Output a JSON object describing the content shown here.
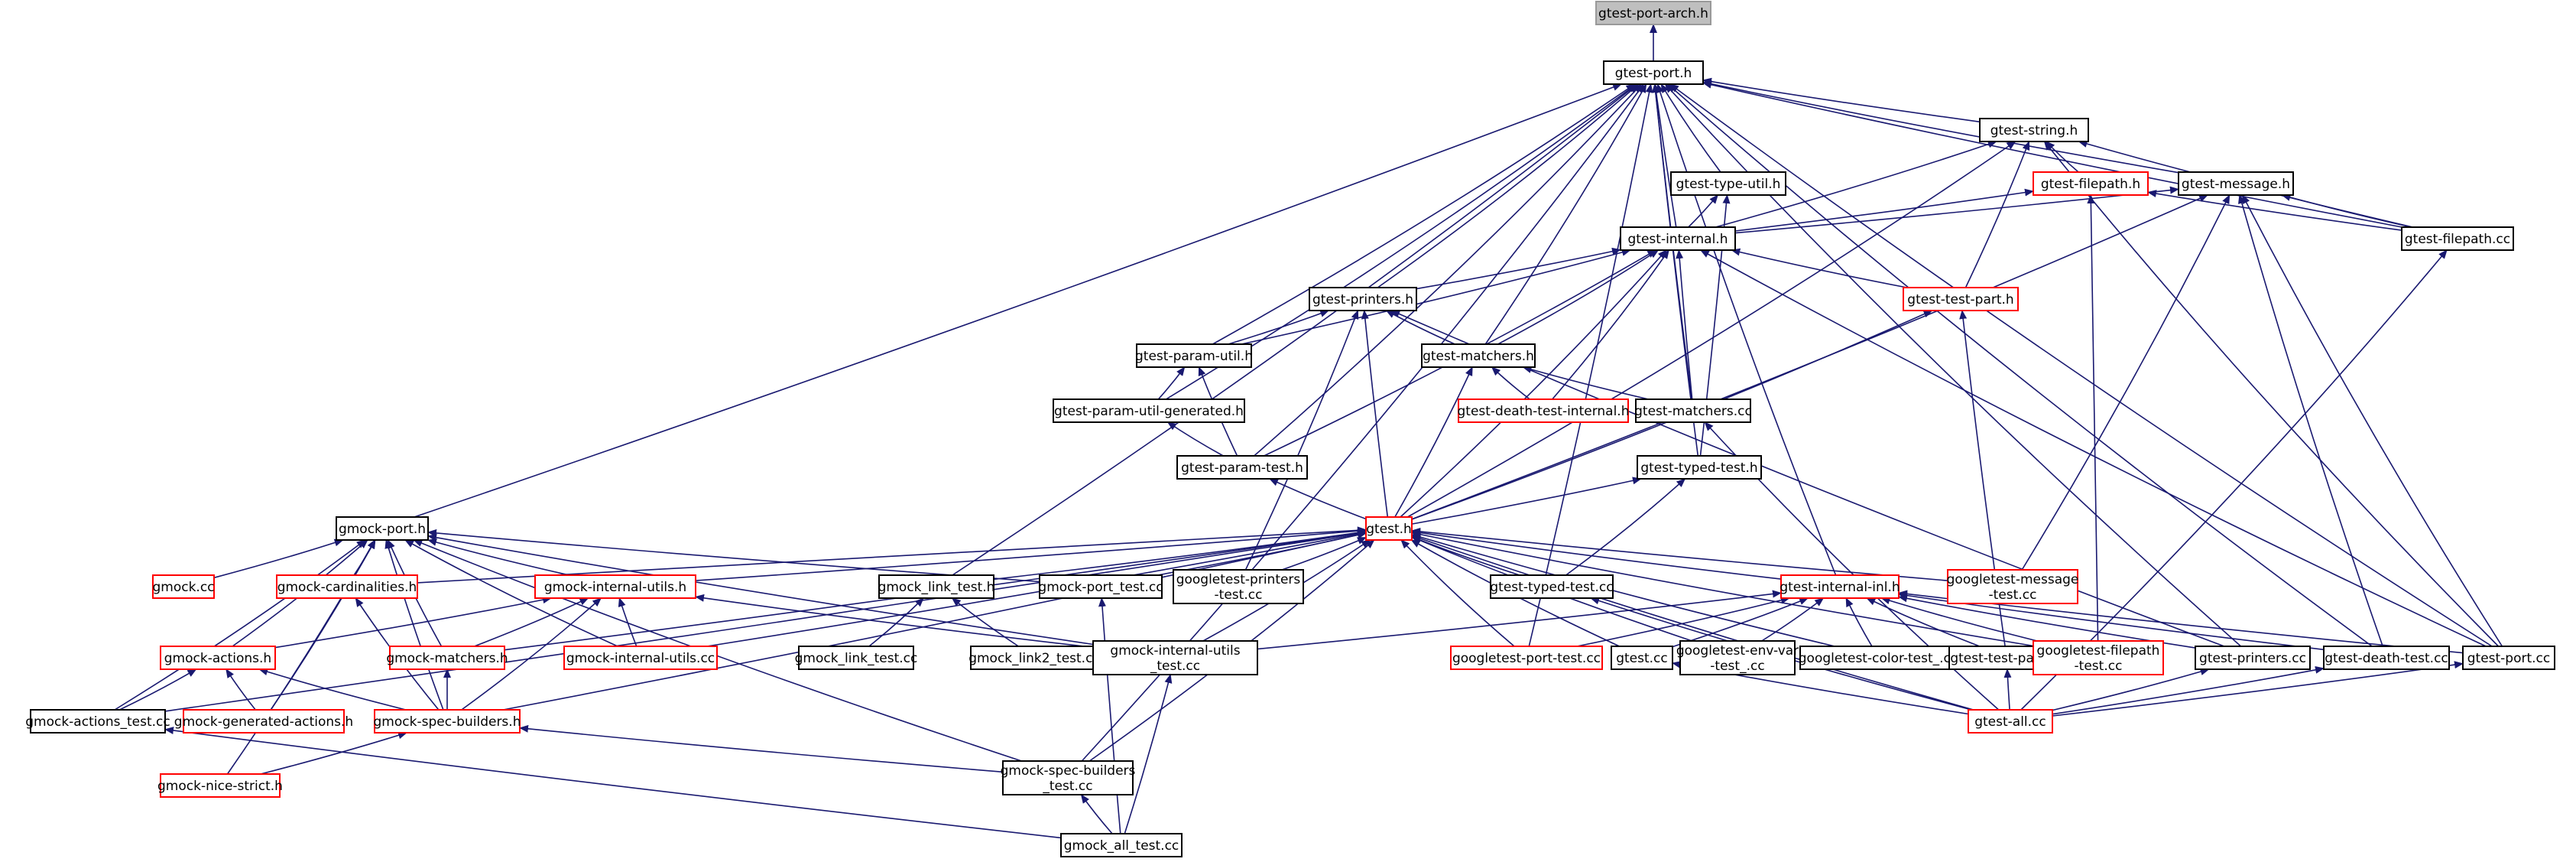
{
  "colors": {
    "edge": "#191970",
    "normal_border": "#000000",
    "linked_border": "#ff0000",
    "root_fill": "#bfbfbf",
    "root_border": "#999999",
    "text": "#000000"
  },
  "nodes": {
    "arch": {
      "lines": [
        "gtest-port-arch.h"
      ],
      "kind": "root"
    },
    "port": {
      "lines": [
        "gtest-port.h"
      ],
      "kind": "normal"
    },
    "string": {
      "lines": [
        "gtest-string.h"
      ],
      "kind": "normal"
    },
    "typeutil": {
      "lines": [
        "gtest-type-util.h"
      ],
      "kind": "normal"
    },
    "filepath": {
      "lines": [
        "gtest-filepath.h"
      ],
      "kind": "linked"
    },
    "message": {
      "lines": [
        "gtest-message.h"
      ],
      "kind": "normal"
    },
    "filepathcc": {
      "lines": [
        "gtest-filepath.cc"
      ],
      "kind": "normal"
    },
    "internal": {
      "lines": [
        "gtest-internal.h"
      ],
      "kind": "normal"
    },
    "printers": {
      "lines": [
        "gtest-printers.h"
      ],
      "kind": "normal"
    },
    "testpart": {
      "lines": [
        "gtest-test-part.h"
      ],
      "kind": "linked"
    },
    "paramutil": {
      "lines": [
        "gtest-param-util.h"
      ],
      "kind": "normal"
    },
    "matchersh": {
      "lines": [
        "gtest-matchers.h"
      ],
      "kind": "normal"
    },
    "paramgen": {
      "lines": [
        "gtest-param-util-generated.h"
      ],
      "kind": "normal"
    },
    "deathint": {
      "lines": [
        "gtest-death-test-internal.h"
      ],
      "kind": "linked"
    },
    "matcherscc": {
      "lines": [
        "gtest-matchers.cc"
      ],
      "kind": "normal"
    },
    "paramtest": {
      "lines": [
        "gtest-param-test.h"
      ],
      "kind": "normal"
    },
    "typedtest": {
      "lines": [
        "gtest-typed-test.h"
      ],
      "kind": "normal"
    },
    "gmockport": {
      "lines": [
        "gmock-port.h"
      ],
      "kind": "normal"
    },
    "gtesth": {
      "lines": [
        "gtest.h"
      ],
      "kind": "linked"
    },
    "gmockcc": {
      "lines": [
        "gmock.cc"
      ],
      "kind": "linked"
    },
    "cardinal": {
      "lines": [
        "gmock-cardinalities.h"
      ],
      "kind": "linked"
    },
    "intutils": {
      "lines": [
        "gmock-internal-utils.h"
      ],
      "kind": "linked"
    },
    "linktest": {
      "lines": [
        "gmock_link_test.h"
      ],
      "kind": "normal"
    },
    "gmockporttest": {
      "lines": [
        "gmock-port_test.cc"
      ],
      "kind": "normal"
    },
    "gprinterstest": {
      "lines": [
        "googletest-printers",
        "-test.cc"
      ],
      "kind": "normal"
    },
    "typedtestcc": {
      "lines": [
        "gtest-typed-test.cc"
      ],
      "kind": "normal"
    },
    "intinl": {
      "lines": [
        "gtest-internal-inl.h"
      ],
      "kind": "linked"
    },
    "gmsgtest": {
      "lines": [
        "googletest-message",
        "-test.cc"
      ],
      "kind": "linked"
    },
    "actions": {
      "lines": [
        "gmock-actions.h"
      ],
      "kind": "linked"
    },
    "gmatchers": {
      "lines": [
        "gmock-matchers.h"
      ],
      "kind": "linked"
    },
    "intutilscc": {
      "lines": [
        "gmock-internal-utils.cc"
      ],
      "kind": "linked"
    },
    "linktestcc": {
      "lines": [
        "gmock_link_test.cc"
      ],
      "kind": "normal"
    },
    "link2": {
      "lines": [
        "gmock_link2_test.cc"
      ],
      "kind": "normal"
    },
    "intutilstest": {
      "lines": [
        "gmock-internal-utils",
        "_test.cc"
      ],
      "kind": "normal"
    },
    "gporttest": {
      "lines": [
        "googletest-port-test.cc"
      ],
      "kind": "linked"
    },
    "gtestcc": {
      "lines": [
        "gtest.cc"
      ],
      "kind": "normal"
    },
    "envvar": {
      "lines": [
        "googletest-env-var",
        "-test_.cc"
      ],
      "kind": "normal"
    },
    "colortest": {
      "lines": [
        "googletest-color-test_.cc"
      ],
      "kind": "normal"
    },
    "testpartcc": {
      "lines": [
        "gtest-test-part.cc"
      ],
      "kind": "normal"
    },
    "gfilepathtest": {
      "lines": [
        "googletest-filepath",
        "-test.cc"
      ],
      "kind": "linked"
    },
    "printerscc": {
      "lines": [
        "gtest-printers.cc"
      ],
      "kind": "normal"
    },
    "deathtestcc": {
      "lines": [
        "gtest-death-test.cc"
      ],
      "kind": "normal"
    },
    "portcc": {
      "lines": [
        "gtest-port.cc"
      ],
      "kind": "normal"
    },
    "actionstest": {
      "lines": [
        "gmock-actions_test.cc"
      ],
      "kind": "normal"
    },
    "genactions": {
      "lines": [
        "gmock-generated-actions.h"
      ],
      "kind": "linked"
    },
    "specbuilders": {
      "lines": [
        "gmock-spec-builders.h"
      ],
      "kind": "linked"
    },
    "allcc": {
      "lines": [
        "gtest-all.cc"
      ],
      "kind": "linked"
    },
    "nicestrict": {
      "lines": [
        "gmock-nice-strict.h"
      ],
      "kind": "linked"
    },
    "specbtest": {
      "lines": [
        "gmock-spec-builders",
        "_test.cc"
      ],
      "kind": "normal"
    },
    "alltest": {
      "lines": [
        "gmock_all_test.cc"
      ],
      "kind": "normal"
    }
  },
  "edges": [
    [
      "port",
      "arch"
    ],
    [
      "string",
      "port"
    ],
    [
      "typeutil",
      "port"
    ],
    [
      "internal",
      "port"
    ],
    [
      "message",
      "port"
    ],
    [
      "filepathcc",
      "port"
    ],
    [
      "printers",
      "port"
    ],
    [
      "paramutil",
      "port"
    ],
    [
      "matchersh",
      "port"
    ],
    [
      "paramgen",
      "port"
    ],
    [
      "matcherscc",
      "port"
    ],
    [
      "paramtest",
      "port"
    ],
    [
      "typedtest",
      "port"
    ],
    [
      "gmockport",
      "port"
    ],
    [
      "linktest",
      "port"
    ],
    [
      "gporttest",
      "port"
    ],
    [
      "intinl",
      "port"
    ],
    [
      "printerscc",
      "port"
    ],
    [
      "portcc",
      "port"
    ],
    [
      "deathtestcc",
      "port"
    ],
    [
      "specbtest",
      "port"
    ],
    [
      "filepath",
      "string"
    ],
    [
      "internal",
      "string"
    ],
    [
      "testpart",
      "string"
    ],
    [
      "gtesth",
      "string"
    ],
    [
      "filepathcc",
      "string"
    ],
    [
      "portcc",
      "string"
    ],
    [
      "internal",
      "typeutil"
    ],
    [
      "typedtest",
      "typeutil"
    ],
    [
      "internal",
      "filepath"
    ],
    [
      "filepathcc",
      "filepath"
    ],
    [
      "gfilepathtest",
      "filepath"
    ],
    [
      "internal",
      "message"
    ],
    [
      "filepathcc",
      "message"
    ],
    [
      "gtesth",
      "message"
    ],
    [
      "gmsgtest",
      "message"
    ],
    [
      "deathtestcc",
      "message"
    ],
    [
      "portcc",
      "message"
    ],
    [
      "printers",
      "internal"
    ],
    [
      "testpart",
      "internal"
    ],
    [
      "paramutil",
      "internal"
    ],
    [
      "matchersh",
      "internal"
    ],
    [
      "deathint",
      "internal"
    ],
    [
      "matcherscc",
      "internal"
    ],
    [
      "paramtest",
      "internal"
    ],
    [
      "gtesth",
      "internal"
    ],
    [
      "portcc",
      "internal"
    ],
    [
      "paramutil",
      "printers"
    ],
    [
      "matchersh",
      "printers"
    ],
    [
      "gtesth",
      "printers"
    ],
    [
      "gprinterstest",
      "printers"
    ],
    [
      "printerscc",
      "printers"
    ],
    [
      "gtesth",
      "testpart"
    ],
    [
      "testpartcc",
      "testpart"
    ],
    [
      "paramgen",
      "paramutil"
    ],
    [
      "paramtest",
      "paramutil"
    ],
    [
      "deathint",
      "matchersh"
    ],
    [
      "matcherscc",
      "matchersh"
    ],
    [
      "gtesth",
      "matchersh"
    ],
    [
      "paramtest",
      "paramgen"
    ],
    [
      "allcc",
      "matcherscc"
    ],
    [
      "gtesth",
      "paramtest"
    ],
    [
      "gtesth",
      "typedtest"
    ],
    [
      "typedtestcc",
      "typedtest"
    ],
    [
      "gmockcc",
      "gmockport"
    ],
    [
      "cardinal",
      "gmockport"
    ],
    [
      "intutils",
      "gmockport"
    ],
    [
      "actions",
      "gmockport"
    ],
    [
      "gmatchers",
      "gmockport"
    ],
    [
      "intutilscc",
      "gmockport"
    ],
    [
      "intutilstest",
      "gmockport"
    ],
    [
      "specbuilders",
      "gmockport"
    ],
    [
      "actionstest",
      "gmockport"
    ],
    [
      "genactions",
      "gmockport"
    ],
    [
      "nicestrict",
      "gmockport"
    ],
    [
      "specbtest",
      "gmockport"
    ],
    [
      "gmockporttest",
      "gmockport"
    ],
    [
      "cardinal",
      "gtesth"
    ],
    [
      "intutils",
      "gtesth"
    ],
    [
      "linktest",
      "gtesth"
    ],
    [
      "gmockporttest",
      "gtesth"
    ],
    [
      "gprinterstest",
      "gtesth"
    ],
    [
      "typedtestcc",
      "gtesth"
    ],
    [
      "intinl",
      "gtesth"
    ],
    [
      "gmsgtest",
      "gtesth"
    ],
    [
      "gmatchers",
      "gtesth"
    ],
    [
      "intutilscc",
      "gtesth"
    ],
    [
      "intutilstest",
      "gtesth"
    ],
    [
      "gporttest",
      "gtesth"
    ],
    [
      "gtestcc",
      "gtesth"
    ],
    [
      "envvar",
      "gtesth"
    ],
    [
      "colortest",
      "gtesth"
    ],
    [
      "specbuilders",
      "gtesth"
    ],
    [
      "actionstest",
      "gtesth"
    ],
    [
      "specbtest",
      "gtesth"
    ],
    [
      "allcc",
      "gtesth"
    ],
    [
      "gfilepathtest",
      "gtesth"
    ],
    [
      "specbuilders",
      "cardinal"
    ],
    [
      "actions",
      "intutils"
    ],
    [
      "gmatchers",
      "intutils"
    ],
    [
      "intutilscc",
      "intutils"
    ],
    [
      "intutilstest",
      "intutils"
    ],
    [
      "specbuilders",
      "intutils"
    ],
    [
      "linktestcc",
      "linktest"
    ],
    [
      "link2",
      "linktest"
    ],
    [
      "alltest",
      "gmockporttest"
    ],
    [
      "allcc",
      "typedtestcc"
    ],
    [
      "intutilstest",
      "intinl"
    ],
    [
      "gporttest",
      "intinl"
    ],
    [
      "gtestcc",
      "intinl"
    ],
    [
      "envvar",
      "intinl"
    ],
    [
      "colortest",
      "intinl"
    ],
    [
      "testpartcc",
      "intinl"
    ],
    [
      "gfilepathtest",
      "intinl"
    ],
    [
      "printerscc",
      "intinl"
    ],
    [
      "deathtestcc",
      "intinl"
    ],
    [
      "portcc",
      "intinl"
    ],
    [
      "actionstest",
      "actions"
    ],
    [
      "genactions",
      "actions"
    ],
    [
      "specbuilders",
      "actions"
    ],
    [
      "specbuilders",
      "gmatchers"
    ],
    [
      "alltest",
      "intutilstest"
    ],
    [
      "allcc",
      "gtestcc"
    ],
    [
      "allcc",
      "testpartcc"
    ],
    [
      "allcc",
      "printerscc"
    ],
    [
      "allcc",
      "deathtestcc"
    ],
    [
      "allcc",
      "portcc"
    ],
    [
      "allcc",
      "filepathcc"
    ],
    [
      "alltest",
      "actionstest"
    ],
    [
      "nicestrict",
      "specbuilders"
    ],
    [
      "specbtest",
      "specbuilders"
    ],
    [
      "alltest",
      "specbtest"
    ]
  ]
}
